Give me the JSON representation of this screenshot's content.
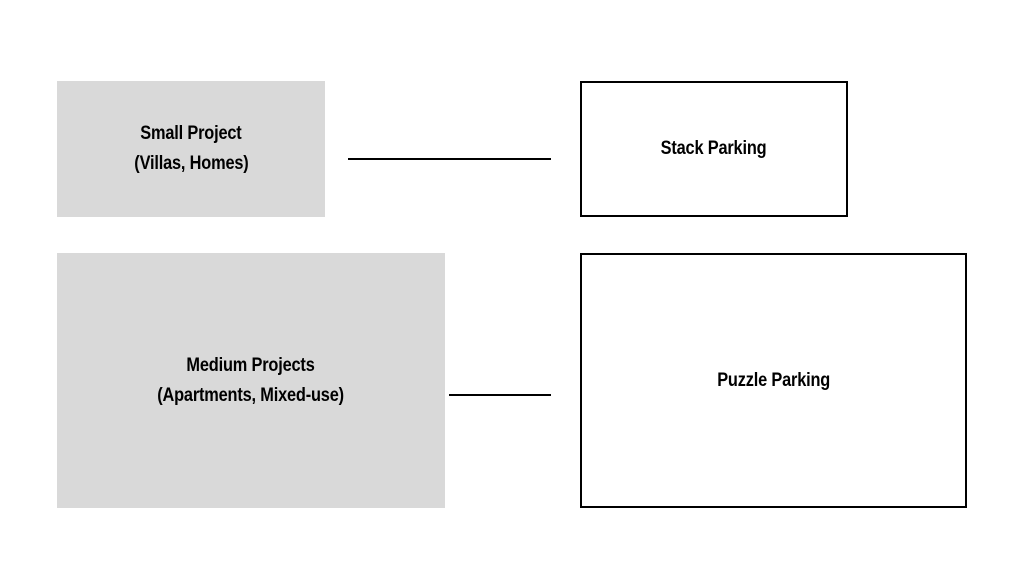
{
  "diagram": {
    "nodes": {
      "small_project": {
        "line1": "Small Project",
        "line2": "(Villas, Homes)",
        "fill": "#d9d9d9"
      },
      "stack_parking": {
        "line1": "Stack Parking",
        "border": "#000000"
      },
      "medium_projects": {
        "line1": "Medium Projects",
        "line2": "(Apartments, Mixed-use)",
        "fill": "#d9d9d9"
      },
      "puzzle_parking": {
        "line1": "Puzzle Parking",
        "border": "#000000"
      }
    },
    "edges": [
      {
        "from": "Small Project",
        "to": "Stack Parking"
      },
      {
        "from": "Medium Projects",
        "to": "Puzzle Parking"
      }
    ]
  }
}
